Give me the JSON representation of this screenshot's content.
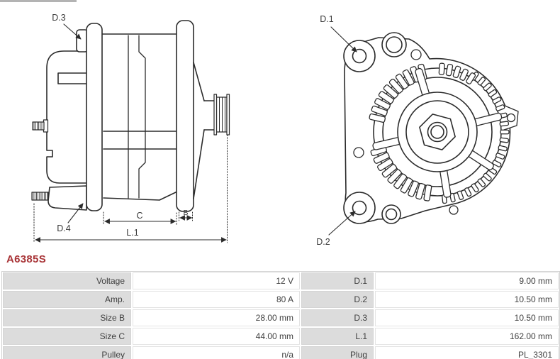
{
  "part_number": "A6385S",
  "colors": {
    "part_number_red": "#a83336",
    "line": "#2b2b2b",
    "diagram_text": "#3a3a3a",
    "table_label_bg": "#dcdcdc"
  },
  "diagram": {
    "side_view_labels": {
      "d3": "D.3",
      "d4": "D.4",
      "c": "C",
      "b": "B",
      "l1": "L.1"
    },
    "front_view_labels": {
      "d1": "D.1",
      "d2": "D.2"
    }
  },
  "table": {
    "left_rows": [
      {
        "label": "Voltage",
        "value": "12 V"
      },
      {
        "label": "Amp.",
        "value": "80 A"
      },
      {
        "label": "Size B",
        "value": "28.00 mm"
      },
      {
        "label": "Size C",
        "value": "44.00 mm"
      },
      {
        "label": "Pulley",
        "value": "n/a"
      }
    ],
    "right_rows": [
      {
        "label": "D.1",
        "value": "9.00 mm"
      },
      {
        "label": "D.2",
        "value": "10.50 mm"
      },
      {
        "label": "D.3",
        "value": "10.50 mm"
      },
      {
        "label": "L.1",
        "value": "162.00 mm"
      },
      {
        "label": "Plug",
        "value": "PL_3301"
      }
    ]
  }
}
